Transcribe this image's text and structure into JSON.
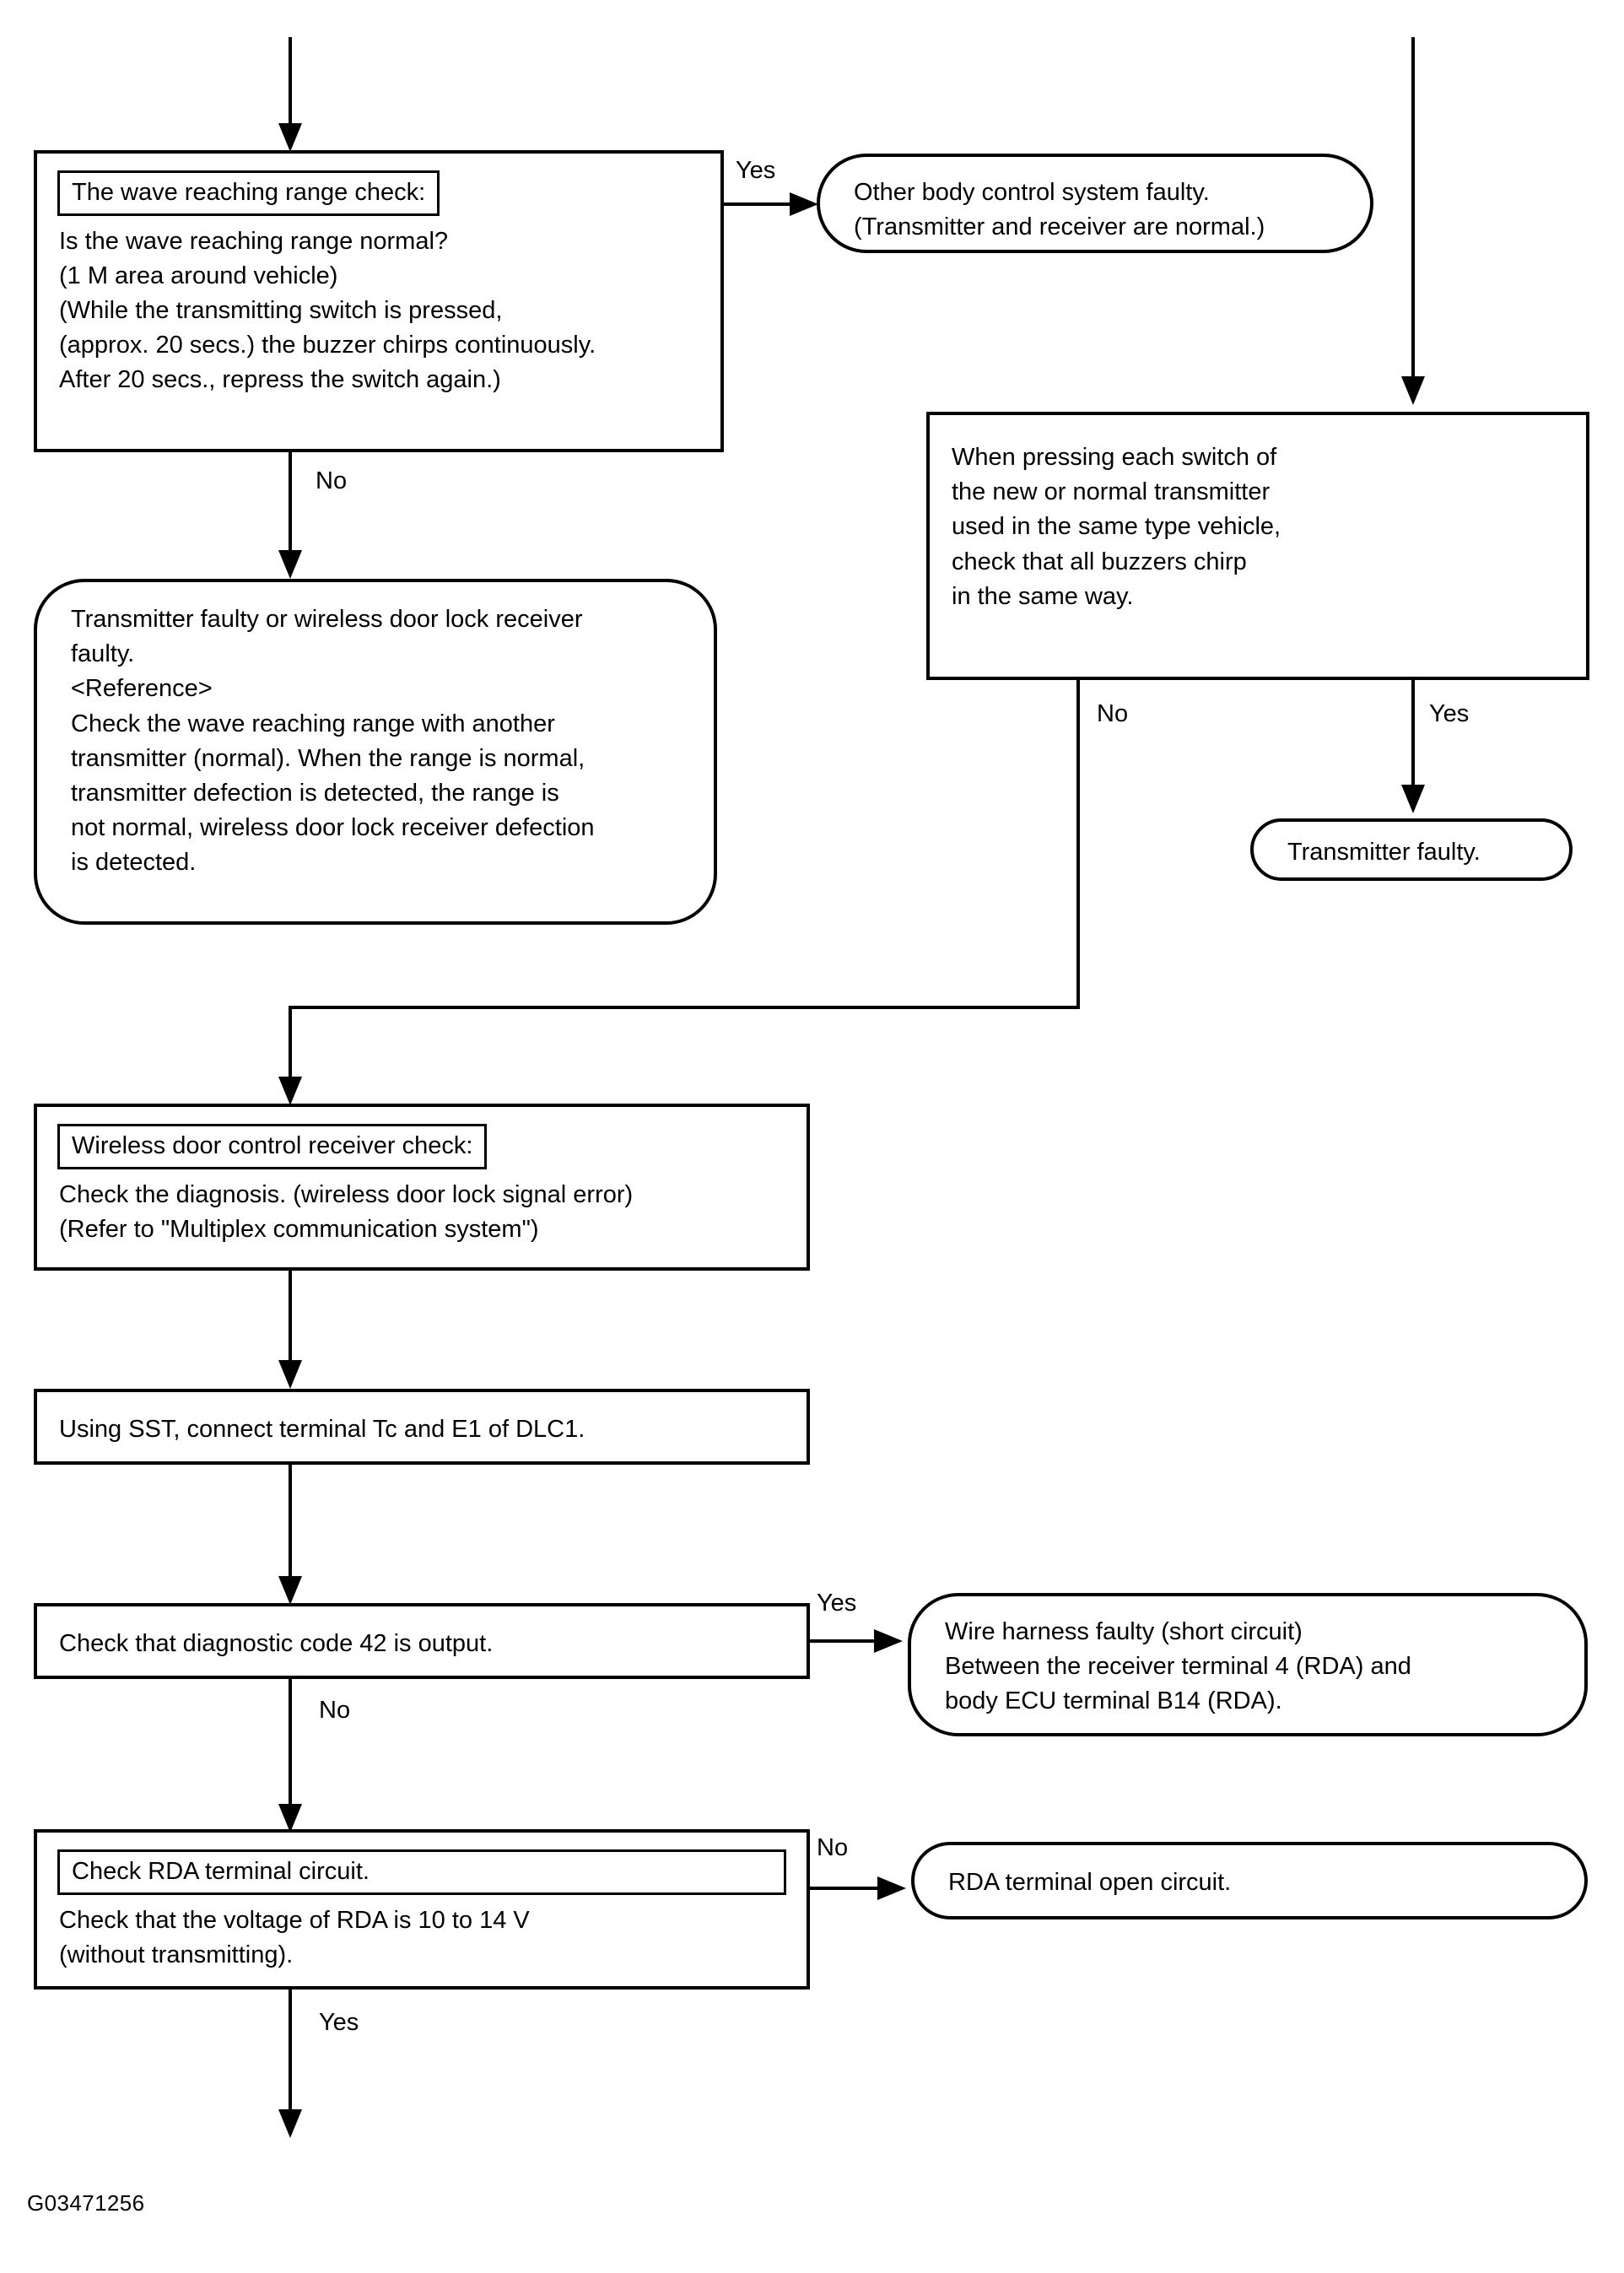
{
  "figure": {
    "code": "G03471256",
    "type": "troubleshooting-flowchart"
  },
  "nodes": {
    "wave_range_check": {
      "header": "The wave reaching range check:",
      "body": "Is the wave reaching range normal?\n(1 M area around vehicle)\n(While the transmitting switch is pressed,\n(approx. 20 secs.) the buzzer chirps continuously.\nAfter 20 secs., repress the switch again.)"
    },
    "other_body_control": {
      "body": "Other body control system faulty.\n(Transmitter and receiver are normal.)"
    },
    "press_each_switch": {
      "body": "When pressing each switch of\nthe new or normal transmitter\nused in the same type vehicle,\ncheck that all buzzers chirp\nin the same way."
    },
    "transmitter_or_receiver_faulty": {
      "body": "Transmitter faulty or wireless door lock receiver\nfaulty.\n<Reference>\nCheck the wave reaching range with another\ntransmitter (normal). When the range is normal,\ntransmitter defection is detected, the range is\nnot normal, wireless door lock receiver defection\nis detected."
    },
    "transmitter_faulty": {
      "body": "Transmitter faulty."
    },
    "receiver_check": {
      "header": "Wireless door control receiver check:",
      "body": "Check the diagnosis. (wireless door lock signal error)\n(Refer to \"Multiplex communication system\")"
    },
    "using_sst": {
      "body": "Using SST, connect terminal Tc and E1 of DLC1."
    },
    "check_code_42": {
      "body": "Check that diagnostic code 42 is output."
    },
    "wire_harness_faulty": {
      "body": "Wire harness faulty (short circuit)\nBetween the receiver terminal 4 (RDA) and\nbody ECU terminal B14 (RDA)."
    },
    "rda_terminal_circuit": {
      "header": "Check RDA terminal circuit.",
      "body": "Check that the voltage of RDA is 10 to 14 V\n(without transmitting)."
    },
    "rda_open_circuit": {
      "body": "RDA terminal open circuit."
    }
  },
  "edges": {
    "wave_range_yes": "Yes",
    "wave_range_no": "No",
    "press_switch_no": "No",
    "press_switch_yes": "Yes",
    "code42_yes": "Yes",
    "code42_no": "No",
    "rda_no": "No",
    "rda_yes": "Yes"
  }
}
